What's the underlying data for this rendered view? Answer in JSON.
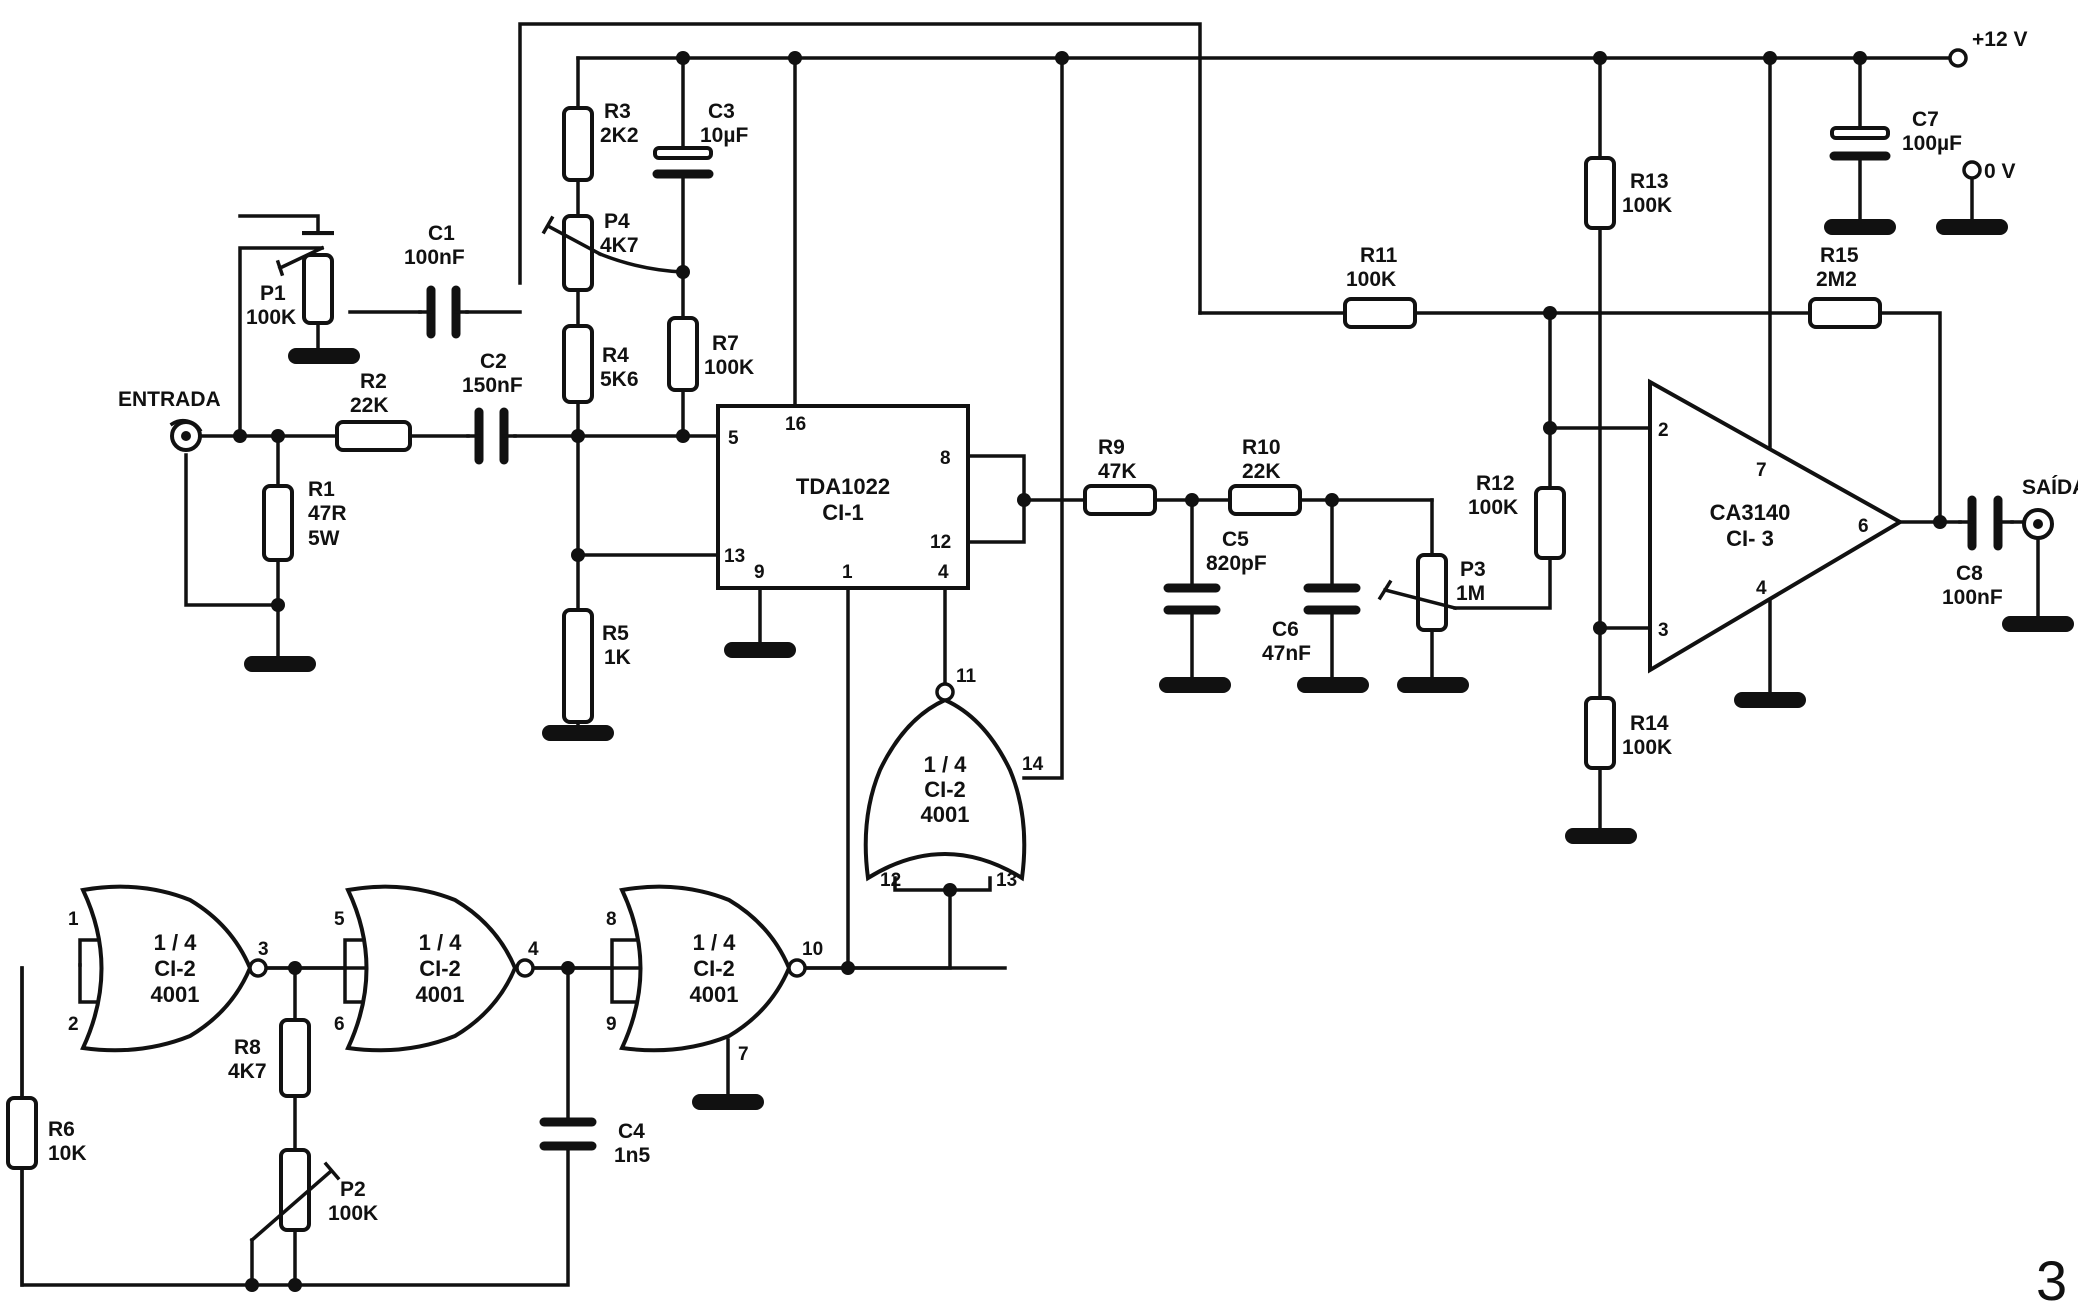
{
  "components": [
    {
      "ref": "R1",
      "value": "47R",
      "extra": "5W"
    },
    {
      "ref": "R2",
      "value": "22K"
    },
    {
      "ref": "R3",
      "value": "2K2"
    },
    {
      "ref": "R4",
      "value": "5K6"
    },
    {
      "ref": "R5",
      "value": "1K"
    },
    {
      "ref": "R6",
      "value": "10K"
    },
    {
      "ref": "R7",
      "value": "100K"
    },
    {
      "ref": "R8",
      "value": "4K7"
    },
    {
      "ref": "R9",
      "value": "47K"
    },
    {
      "ref": "R10",
      "value": "22K"
    },
    {
      "ref": "R11",
      "value": "100K"
    },
    {
      "ref": "R12",
      "value": "100K"
    },
    {
      "ref": "R13",
      "value": "100K"
    },
    {
      "ref": "R14",
      "value": "100K"
    },
    {
      "ref": "R15",
      "value": "2M2"
    },
    {
      "ref": "P1",
      "value": "100K"
    },
    {
      "ref": "P2",
      "value": "100K"
    },
    {
      "ref": "P3",
      "value": "1M"
    },
    {
      "ref": "P4",
      "value": "4K7"
    },
    {
      "ref": "C1",
      "value": "100nF"
    },
    {
      "ref": "C2",
      "value": "150nF"
    },
    {
      "ref": "C3",
      "value": "10µF"
    },
    {
      "ref": "C4",
      "value": "1n5"
    },
    {
      "ref": "C5",
      "value": "820pF"
    },
    {
      "ref": "C6",
      "value": "47nF"
    },
    {
      "ref": "C7",
      "value": "100µF"
    },
    {
      "ref": "C8",
      "value": "100nF"
    }
  ],
  "ic1": {
    "part": "TDA1022",
    "ref": "CI-1",
    "pins": [
      "5",
      "16",
      "8",
      "13",
      "9",
      "1",
      "4",
      "12"
    ]
  },
  "ic3": {
    "part": "CA3140",
    "ref": "CI- 3",
    "pins": [
      "2",
      "3",
      "7",
      "4",
      "6"
    ]
  },
  "gates": [
    {
      "fraction": "1 / 4",
      "ref": "CI-2",
      "part": "4001",
      "pins": [
        "1",
        "2",
        "3"
      ]
    },
    {
      "fraction": "1 / 4",
      "ref": "CI-2",
      "part": "4001",
      "pins": [
        "5",
        "6",
        "4"
      ]
    },
    {
      "fraction": "1 / 4",
      "ref": "CI-2",
      "part": "4001",
      "pins": [
        "8",
        "9",
        "10",
        "7"
      ]
    },
    {
      "fraction": "1 / 4",
      "ref": "CI-2",
      "part": "4001",
      "pins": [
        "12",
        "13",
        "11",
        "14"
      ]
    }
  ],
  "supply": {
    "positive": "+12 V",
    "ground": "0 V"
  },
  "io": {
    "input": "ENTRADA",
    "output": "SAÍDA"
  },
  "page_number": "3"
}
